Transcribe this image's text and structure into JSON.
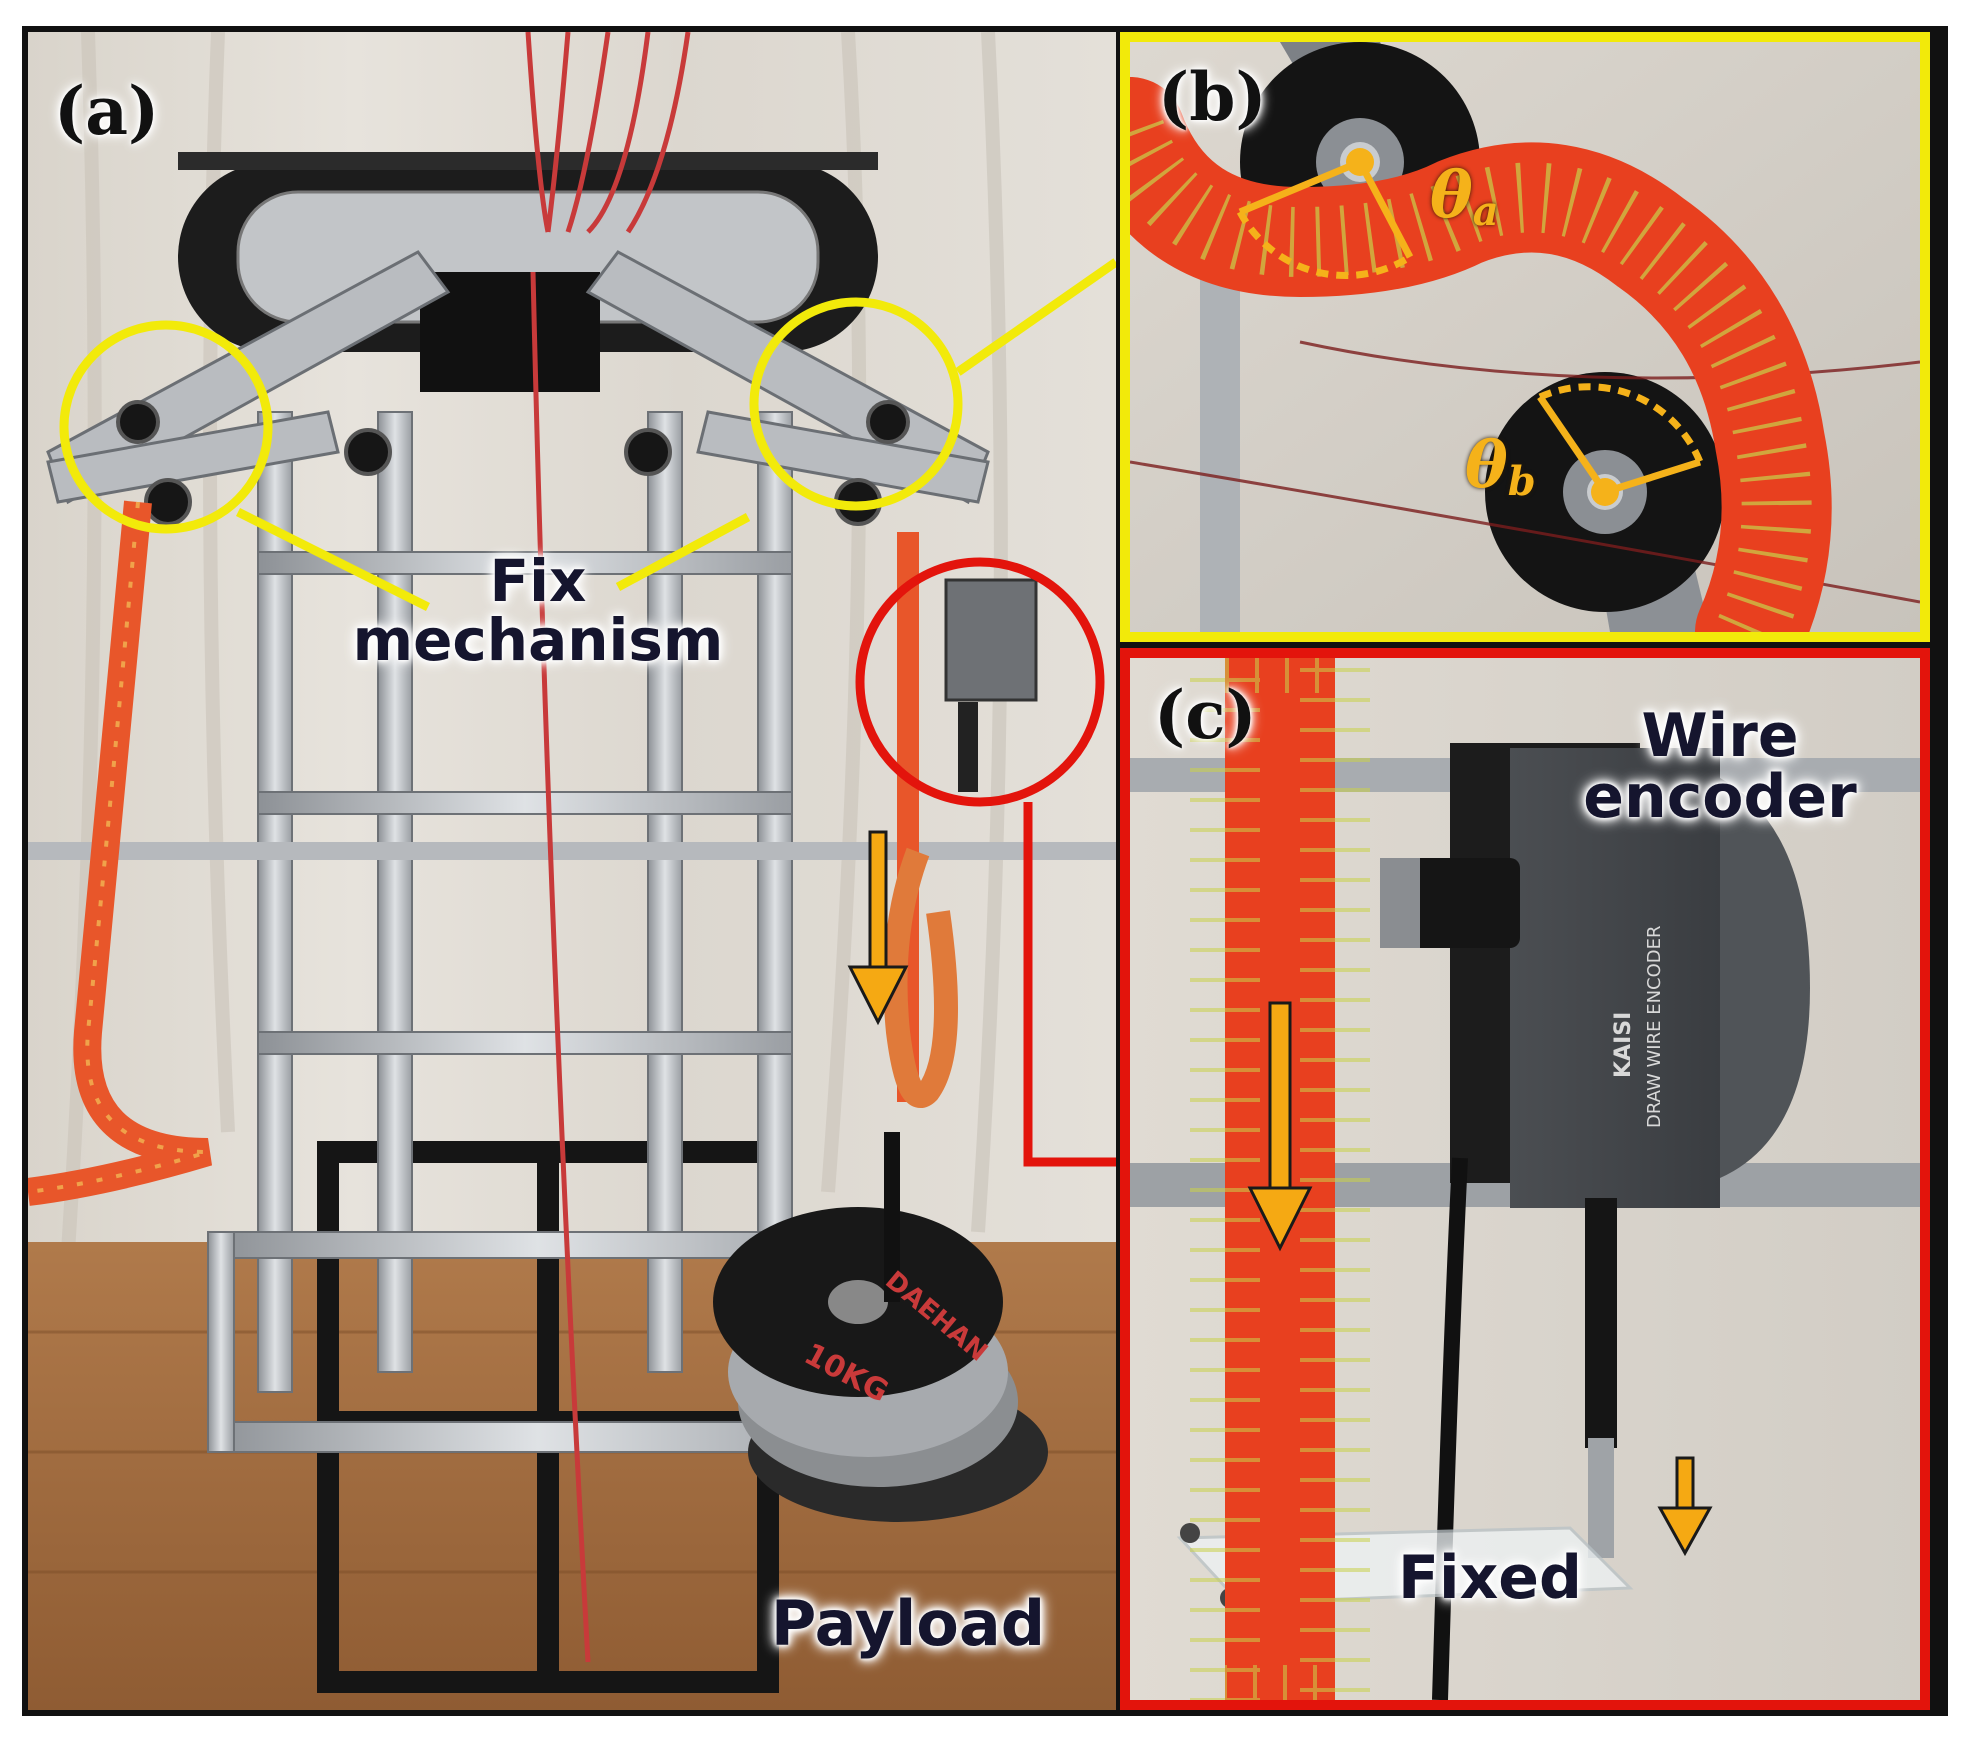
{
  "panels": {
    "a": {
      "id_label": "(a)",
      "callouts": {
        "fix_mechanism": "Fix\nmechanism",
        "payload": "Payload"
      },
      "weight_text": "10KG",
      "weight_brand": "DAEHAN"
    },
    "b": {
      "id_label": "(b)",
      "angle_a": {
        "symbol": "θ",
        "subscript": "a"
      },
      "angle_b": {
        "symbol": "θ",
        "subscript": "b"
      }
    },
    "c": {
      "id_label": "(c)",
      "callouts": {
        "wire_encoder": "Wire\nencoder",
        "fixed": "Fixed"
      },
      "device_text": [
        "KAISI",
        "DRAW WIRE ENCODER"
      ]
    }
  },
  "colors": {
    "highlight_yellow": "#f2ea0a",
    "highlight_red": "#e3140c",
    "arrow_orange": "#f5a913",
    "rope_orange": "#e8562a"
  },
  "icons": [
    "down-arrow-icon"
  ]
}
